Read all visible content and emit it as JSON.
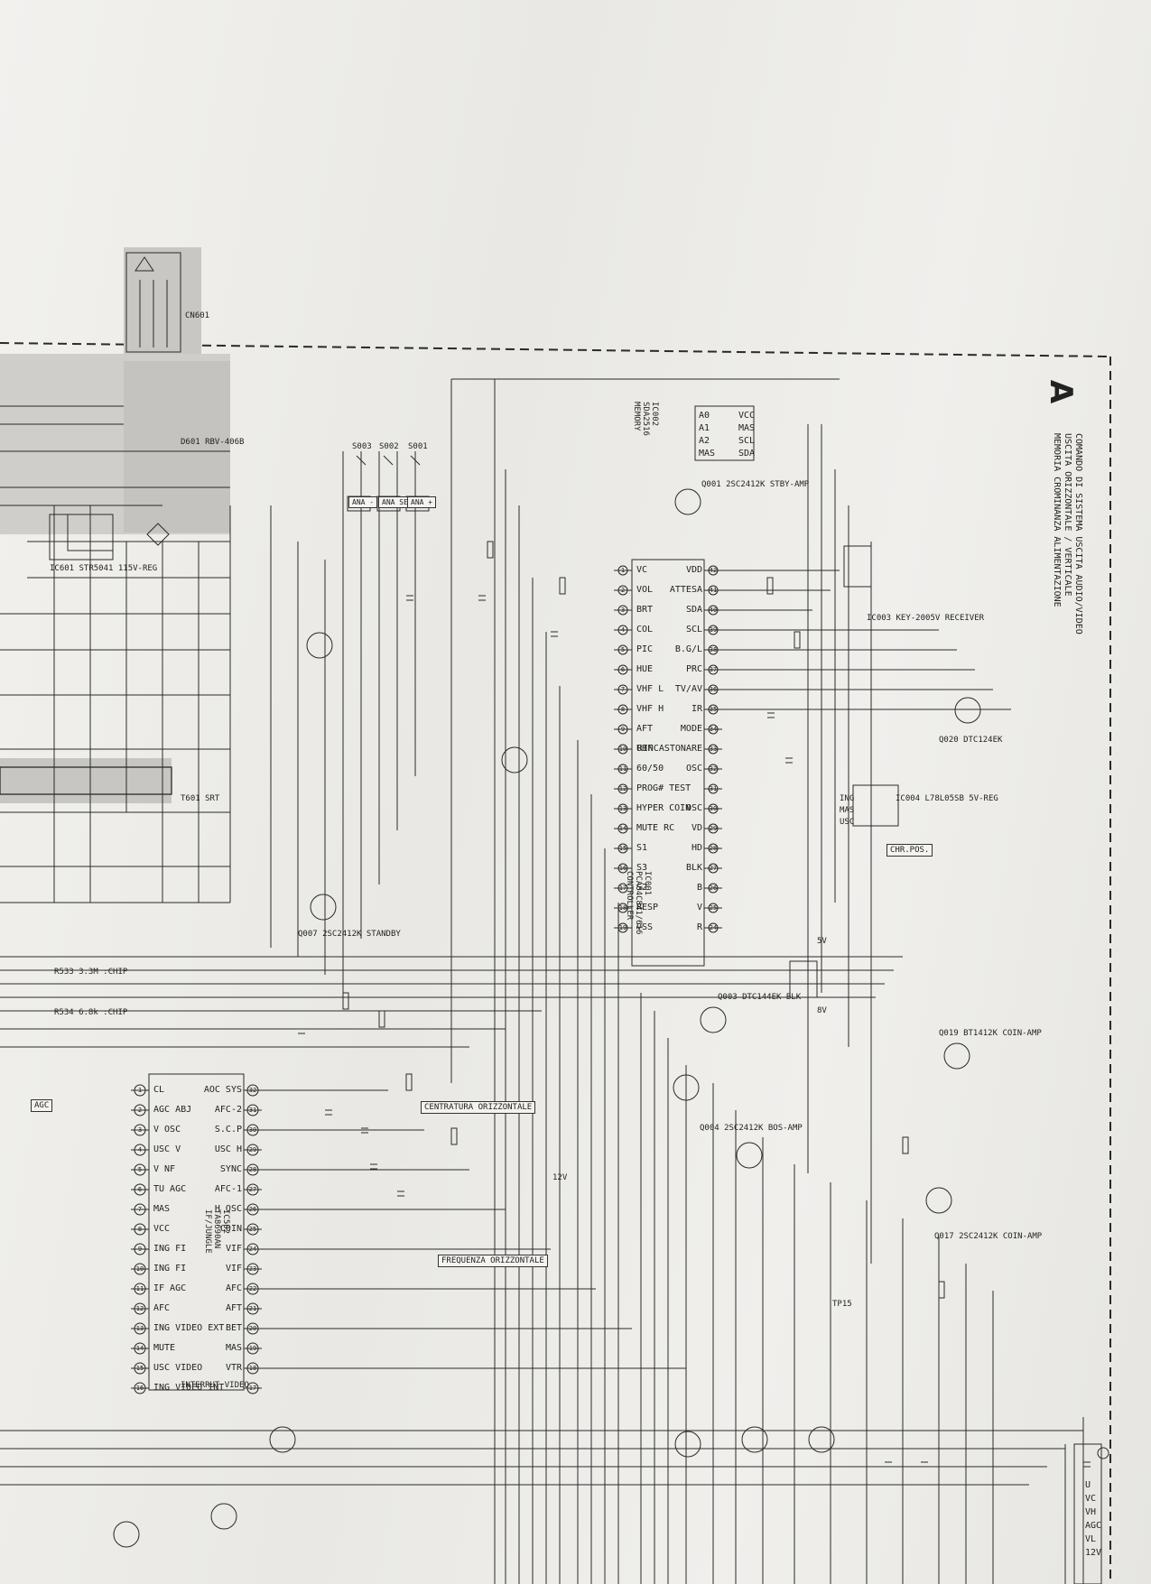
{
  "sheet": {
    "label": "A",
    "notes": [
      "COMANDO DI SISTEMA USCITA AUDIO/VIDEO",
      "USCITA ORIZZONTALE / VERTICALE",
      "MEMORIA CROMINANZA ALIMENTAZIONE"
    ]
  },
  "ic_controller": {
    "ref": "IC001",
    "part": "PCA84C841/616",
    "function": "CONTROLLER",
    "left_pins": [
      {
        "n": "1",
        "name": "VC"
      },
      {
        "n": "2",
        "name": "VOL"
      },
      {
        "n": "3",
        "name": "BRT"
      },
      {
        "n": "4",
        "name": "COL"
      },
      {
        "n": "5",
        "name": "PIC"
      },
      {
        "n": "6",
        "name": "HUE"
      },
      {
        "n": "7",
        "name": "VHF L"
      },
      {
        "n": "8",
        "name": "VHF H"
      },
      {
        "n": "9",
        "name": "AFT"
      },
      {
        "n": "10",
        "name": "UHF"
      },
      {
        "n": "11",
        "name": "60/50"
      },
      {
        "n": "12",
        "name": "PROG# TEST"
      },
      {
        "n": "13",
        "name": "HYPER COIN"
      },
      {
        "n": "14",
        "name": "MUTE RC"
      },
      {
        "n": "15",
        "name": "S1"
      },
      {
        "n": "16",
        "name": "S3"
      },
      {
        "n": "17",
        "name": "S2"
      },
      {
        "n": "18",
        "name": "RESP"
      },
      {
        "n": "19",
        "name": "VSS"
      }
    ],
    "right_pins": [
      {
        "n": "42",
        "name": "VDD"
      },
      {
        "n": "41",
        "name": "ATTESA"
      },
      {
        "n": "40",
        "name": "SDA"
      },
      {
        "n": "39",
        "name": "SCL"
      },
      {
        "n": "38",
        "name": "B.G/L"
      },
      {
        "n": "37",
        "name": "PRC"
      },
      {
        "n": "36",
        "name": "TV/AV"
      },
      {
        "n": "35",
        "name": "IR"
      },
      {
        "n": "34",
        "name": "MODE"
      },
      {
        "n": "33",
        "name": "RINCASTONARE"
      },
      {
        "n": "32",
        "name": "OSC"
      },
      {
        "n": "31",
        "name": ""
      },
      {
        "n": "30",
        "name": "OSC"
      },
      {
        "n": "29",
        "name": "VD"
      },
      {
        "n": "28",
        "name": "HD"
      },
      {
        "n": "27",
        "name": "BLK"
      },
      {
        "n": "26",
        "name": "B"
      },
      {
        "n": "25",
        "name": "V"
      },
      {
        "n": "24",
        "name": "R"
      }
    ]
  },
  "ic_jungle": {
    "ref": "IC502",
    "part": "TA8690AN",
    "function": "IF/JUNGLE",
    "left_pins": [
      {
        "n": "1",
        "name": "CL"
      },
      {
        "n": "2",
        "name": "AGC ABJ"
      },
      {
        "n": "3",
        "name": "V OSC"
      },
      {
        "n": "4",
        "name": "USC V"
      },
      {
        "n": "5",
        "name": "V NF"
      },
      {
        "n": "6",
        "name": "TU AGC"
      },
      {
        "n": "7",
        "name": "MAS"
      },
      {
        "n": "8",
        "name": "VCC"
      },
      {
        "n": "9",
        "name": "ING FI"
      },
      {
        "n": "10",
        "name": "ING FI"
      },
      {
        "n": "11",
        "name": "IF AGC"
      },
      {
        "n": "12",
        "name": "AFC"
      },
      {
        "n": "13",
        "name": "ING VIDEO EXT"
      },
      {
        "n": "14",
        "name": "MUTE"
      },
      {
        "n": "15",
        "name": "USC VIDEO"
      },
      {
        "n": "16",
        "name": "ING VIDEO INT"
      }
    ],
    "right_pins": [
      {
        "n": "32",
        "name": "AOC SYS"
      },
      {
        "n": "31",
        "name": "AFC-2"
      },
      {
        "n": "30",
        "name": "S.C.P"
      },
      {
        "n": "29",
        "name": "USC H"
      },
      {
        "n": "28",
        "name": "SYNC"
      },
      {
        "n": "27",
        "name": "AFC-1"
      },
      {
        "n": "26",
        "name": "H OSC"
      },
      {
        "n": "25",
        "name": "COIN"
      },
      {
        "n": "24",
        "name": "VIF"
      },
      {
        "n": "23",
        "name": "VIF"
      },
      {
        "n": "22",
        "name": "AFC"
      },
      {
        "n": "21",
        "name": "AFT"
      },
      {
        "n": "20",
        "name": "BET"
      },
      {
        "n": "19",
        "name": "MAS"
      },
      {
        "n": "18",
        "name": "VTR"
      },
      {
        "n": "17",
        "name": ""
      }
    ]
  },
  "ic_memory": {
    "ref": "IC002",
    "part": "SDA2516",
    "function": "MEMORY",
    "left_pins": [
      {
        "n": "1",
        "name": "A0"
      },
      {
        "n": "2",
        "name": "A1"
      },
      {
        "n": "3",
        "name": "A2"
      },
      {
        "n": "4",
        "name": "MAS"
      }
    ],
    "right_pins": [
      {
        "n": "8",
        "name": "VCC"
      },
      {
        "n": "7",
        "name": "MAS"
      },
      {
        "n": "6",
        "name": "SCL"
      },
      {
        "n": "5",
        "name": "SDA"
      }
    ]
  },
  "labels": {
    "interrupt_video": "INTERRUT VIDEO",
    "centratura": "CENTRATURA ORIZZONTALE",
    "frequenza": "FREQUENZA ORIZZONTALE",
    "r533": "R533 3.3M :CHIP",
    "r534": "R534 6.8k :CHIP",
    "ana_minus": "ANA -",
    "ana_sel": "ANA SEL",
    "ana_plus": "ANA +",
    "s003": "S003",
    "s002": "S002",
    "s001": "S001",
    "chr_pos": "CHR.POS.",
    "agc": "AGC",
    "v12": "12V",
    "v5": "5V",
    "v8": "8V",
    "tp15": "TP15",
    "q001": "Q001 2SC2412K STBY-AMP",
    "q020": "Q020 DTC124EK",
    "q019": "Q019 BT1412K COIN-AMP",
    "q017": "Q017 2SC2412K COIN-AMP",
    "q004": "Q004 2SC2412K BOS-AMP",
    "q007": "Q007 2SC2412K STANDBY",
    "q003": "Q003 DTC144EK BLK",
    "ic003": "IC003 KEY-2005V RECEIVER",
    "ic004": "IC004 L78L05SB 5V-REG",
    "ic601": "IC601 STR5041 115V-REG",
    "cn601": "CN601",
    "t601": "T601 SRT",
    "d601": "D601 RBV-406B",
    "io_left": [
      "ING",
      "MAS",
      "USC"
    ],
    "right_connector": [
      "U",
      "VC",
      "VH",
      "AGC",
      "VL",
      "12V"
    ]
  }
}
